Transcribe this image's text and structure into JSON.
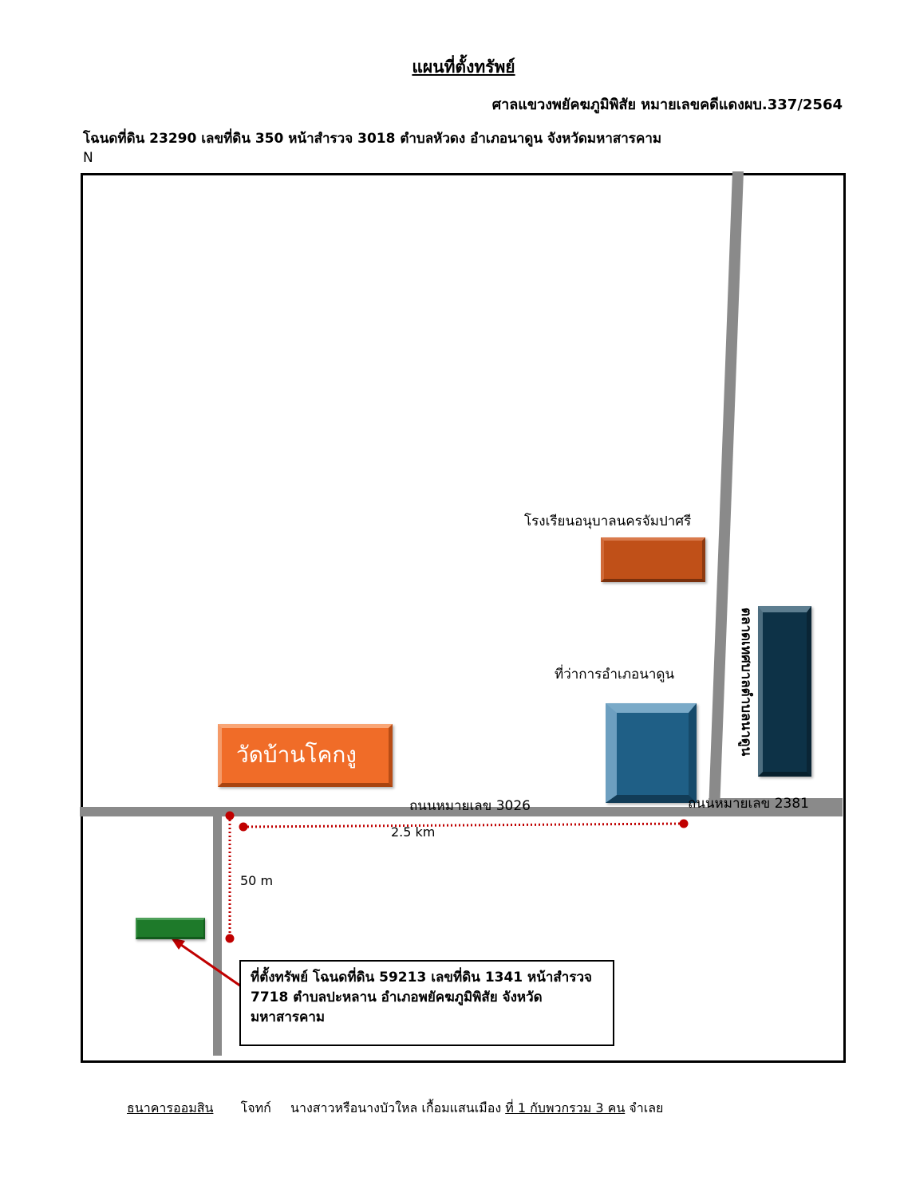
{
  "header": {
    "title": "แผนที่ตั้งทรัพย์",
    "court_case": "ศาลแขวงพยัคฆภูมิพิสัย หมายเลขคดีแดงผบ.337/2564",
    "deed_info": "โฉนดที่ดิน 23290 เลขที่ดิน 350 หน้าสำรวจ 3018 ตำบลหัวดง อำเภอนาดูน จังหวัดมหาสารคาม",
    "north": "N"
  },
  "map": {
    "landmarks": {
      "school": "โรงเรียนอนุบาลนครจัมปาศรี",
      "district_office": "ที่ว่าการอำเภอนาดูน",
      "temple": "วัดบ้านโคกงู",
      "market": "ตลาดเทศบาลตำบลนาดูน"
    },
    "roads": {
      "road_3026": "ถนนหมายเลข 3026",
      "road_2381": "ถนนหมายเลข 2381"
    },
    "distances": {
      "horizontal": "2.5 km",
      "vertical": "50 m"
    },
    "property_callout": "ที่ตั้งทรัพย์ โฉนดที่ดิน 59213 เลขที่ดิน 1341 หน้าสำรวจ 7718 ตำบลปะหลาน อำเภอพยัคฆภูมิพิสัย จังหวัดมหาสารคาม",
    "colors": {
      "road": "#8a8a8a",
      "school": "#c05018",
      "district_office": "#1f5f86",
      "temple": "#f06c28",
      "market": "#0d3247",
      "property": "#1e7a2a",
      "marker": "#c00000"
    }
  },
  "footer": {
    "plaintiff": "ธนาคารออมสิน",
    "role": "โจทก์",
    "defendant": "นางสาวหรือนางบัวใหล เกื้อมแสนเมือง",
    "group": "ที่ 1 กับพวกรวม 3 คน",
    "suffix": "จำเลย"
  }
}
